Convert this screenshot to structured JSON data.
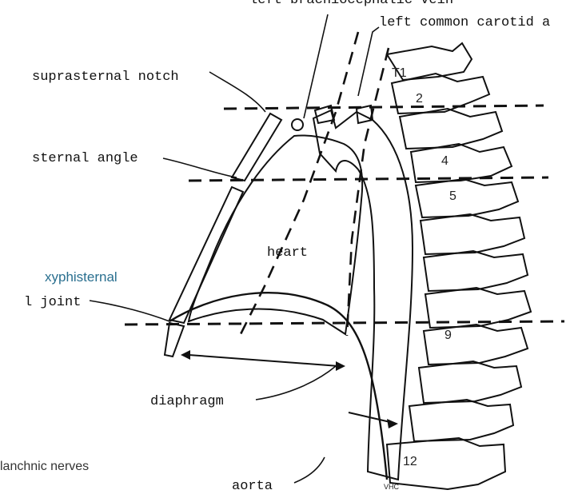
{
  "labels": {
    "top_cut": "left brachiocephalic vein",
    "left_common_carotid": "left common carotid a",
    "suprasternal_notch": "suprasternal notch",
    "sternal_angle": "sternal angle",
    "xyphisternal": "xyphisternal",
    "joint": "l joint",
    "heart": "heart",
    "diaphragm": "diaphragm",
    "aorta": "aorta",
    "splanchnic": "lanchnic nerves",
    "initials": "VHC"
  },
  "vertebrae": [
    "T1",
    "2",
    "4",
    "5",
    "9",
    "12"
  ],
  "colors": {
    "ink": "#111111",
    "highlight": "#2a6f8f",
    "caption": "#333333"
  }
}
